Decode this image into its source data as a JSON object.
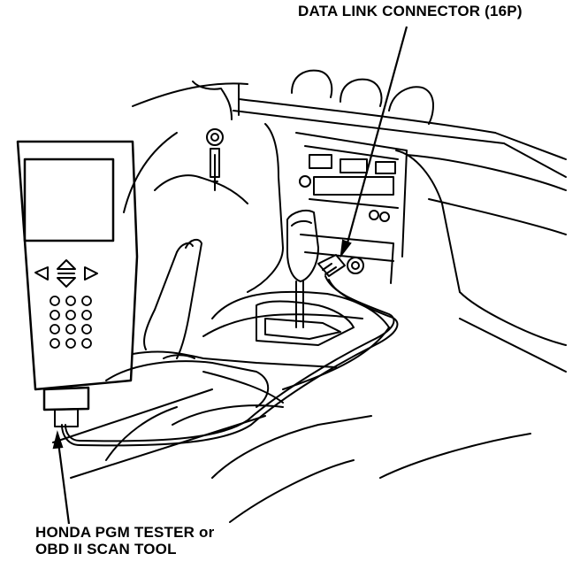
{
  "labels": {
    "data_link_connector": "DATA LINK CONNECTOR (16P)",
    "tester_line1": "HONDA PGM TESTER or",
    "tester_line2": "OBD II SCAN TOOL"
  }
}
